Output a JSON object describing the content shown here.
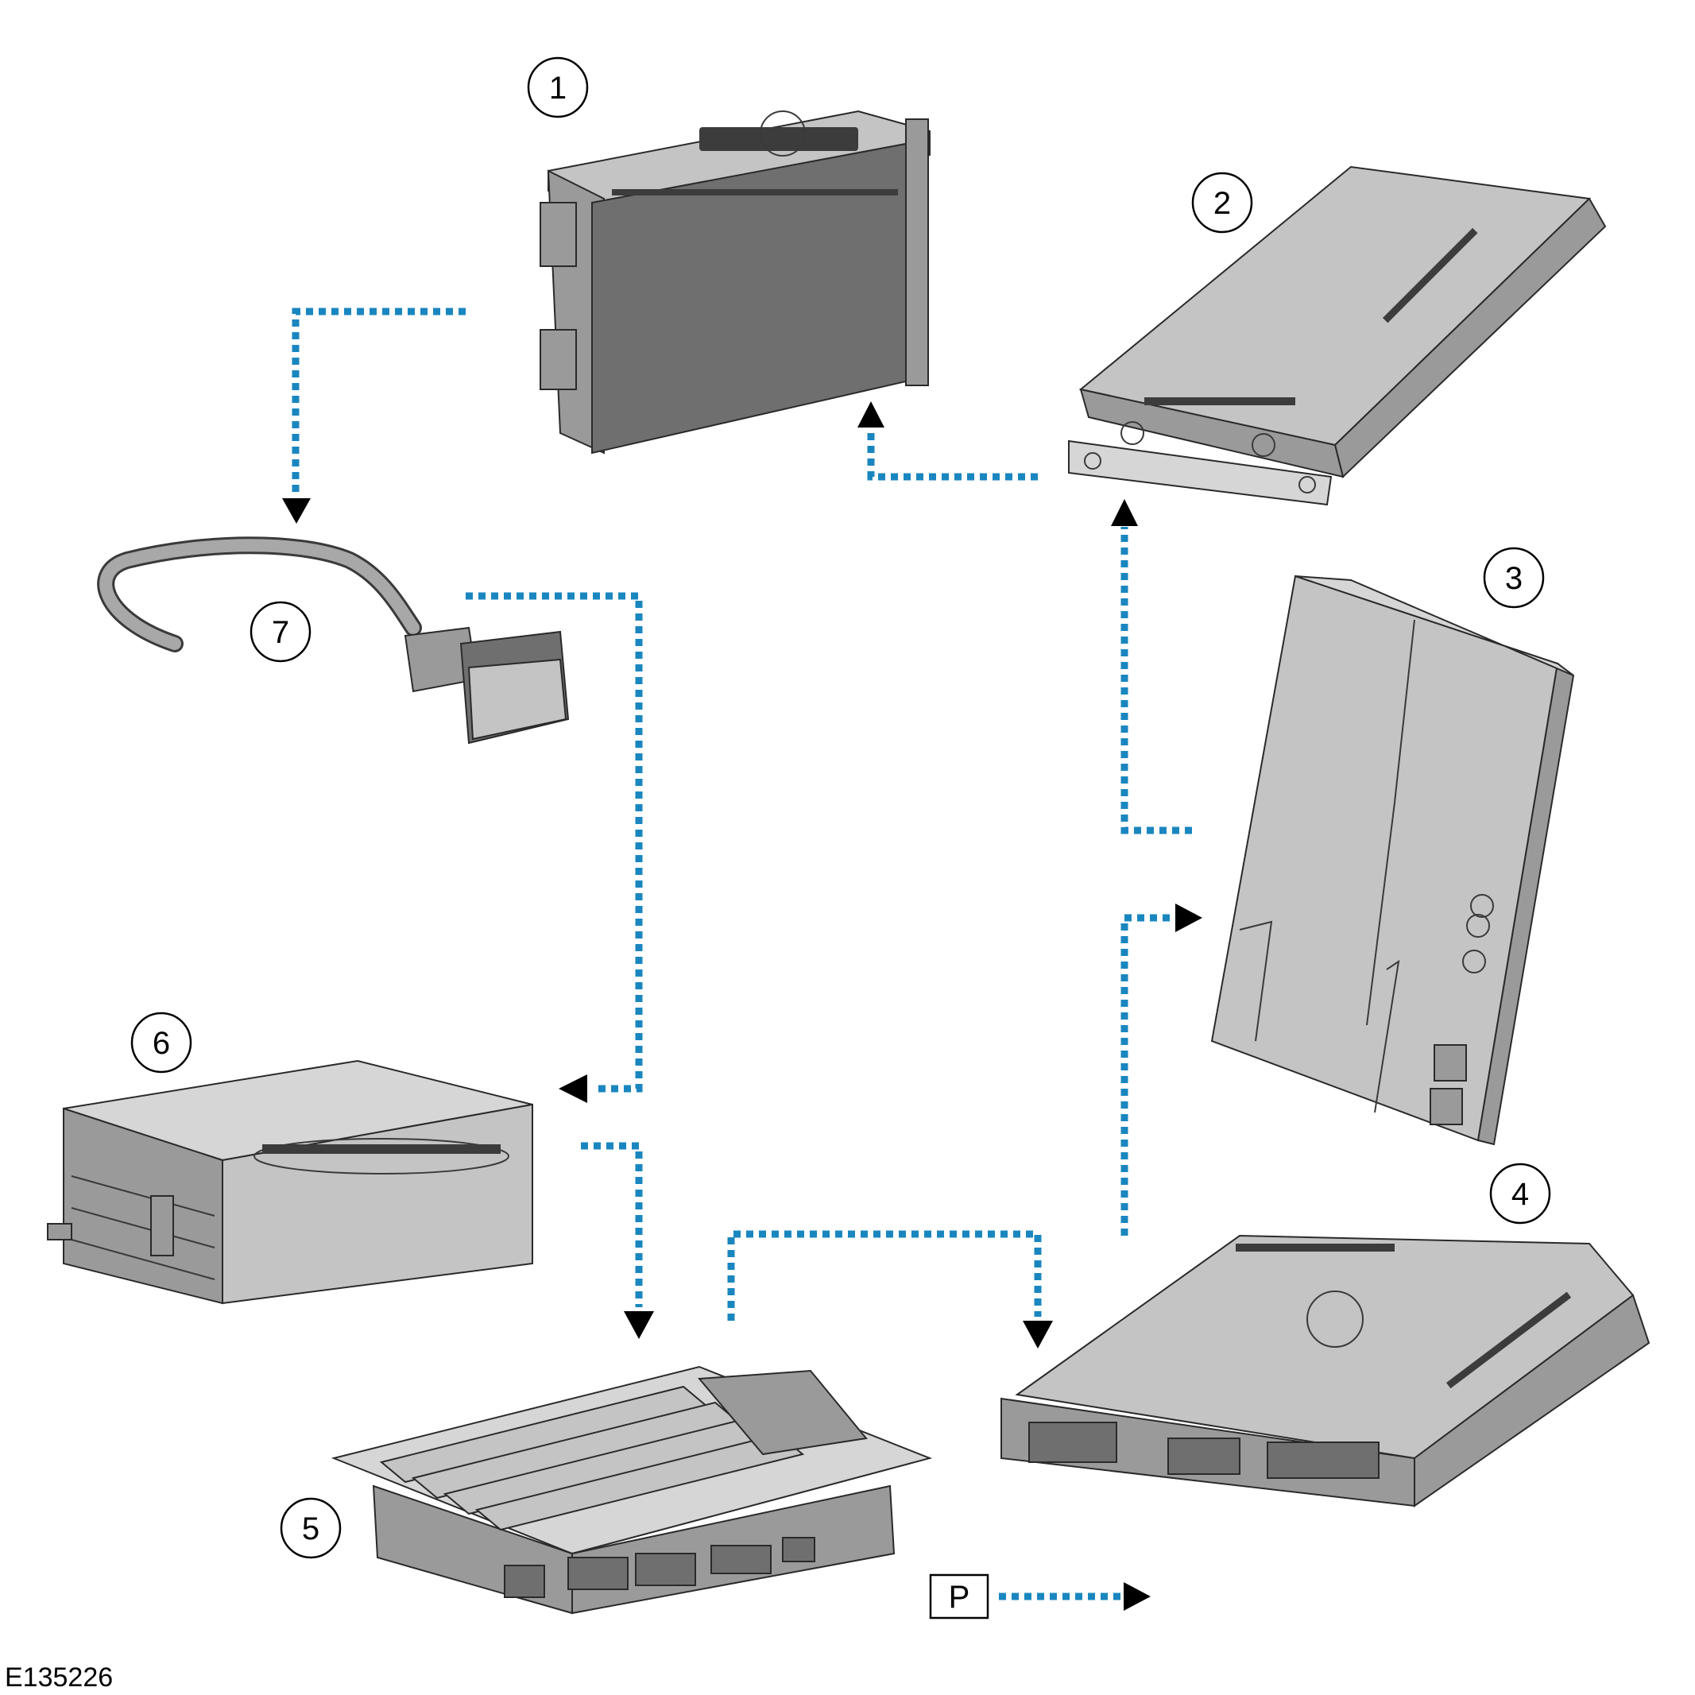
{
  "figure_id": "E135226",
  "callouts": [
    "1",
    "2",
    "3",
    "4",
    "5",
    "6",
    "7"
  ],
  "legend": {
    "label": "P"
  },
  "colors": {
    "flow_line": "#1a86bf",
    "arrowhead": "#000000",
    "component_metal": "#b5b5b5"
  }
}
